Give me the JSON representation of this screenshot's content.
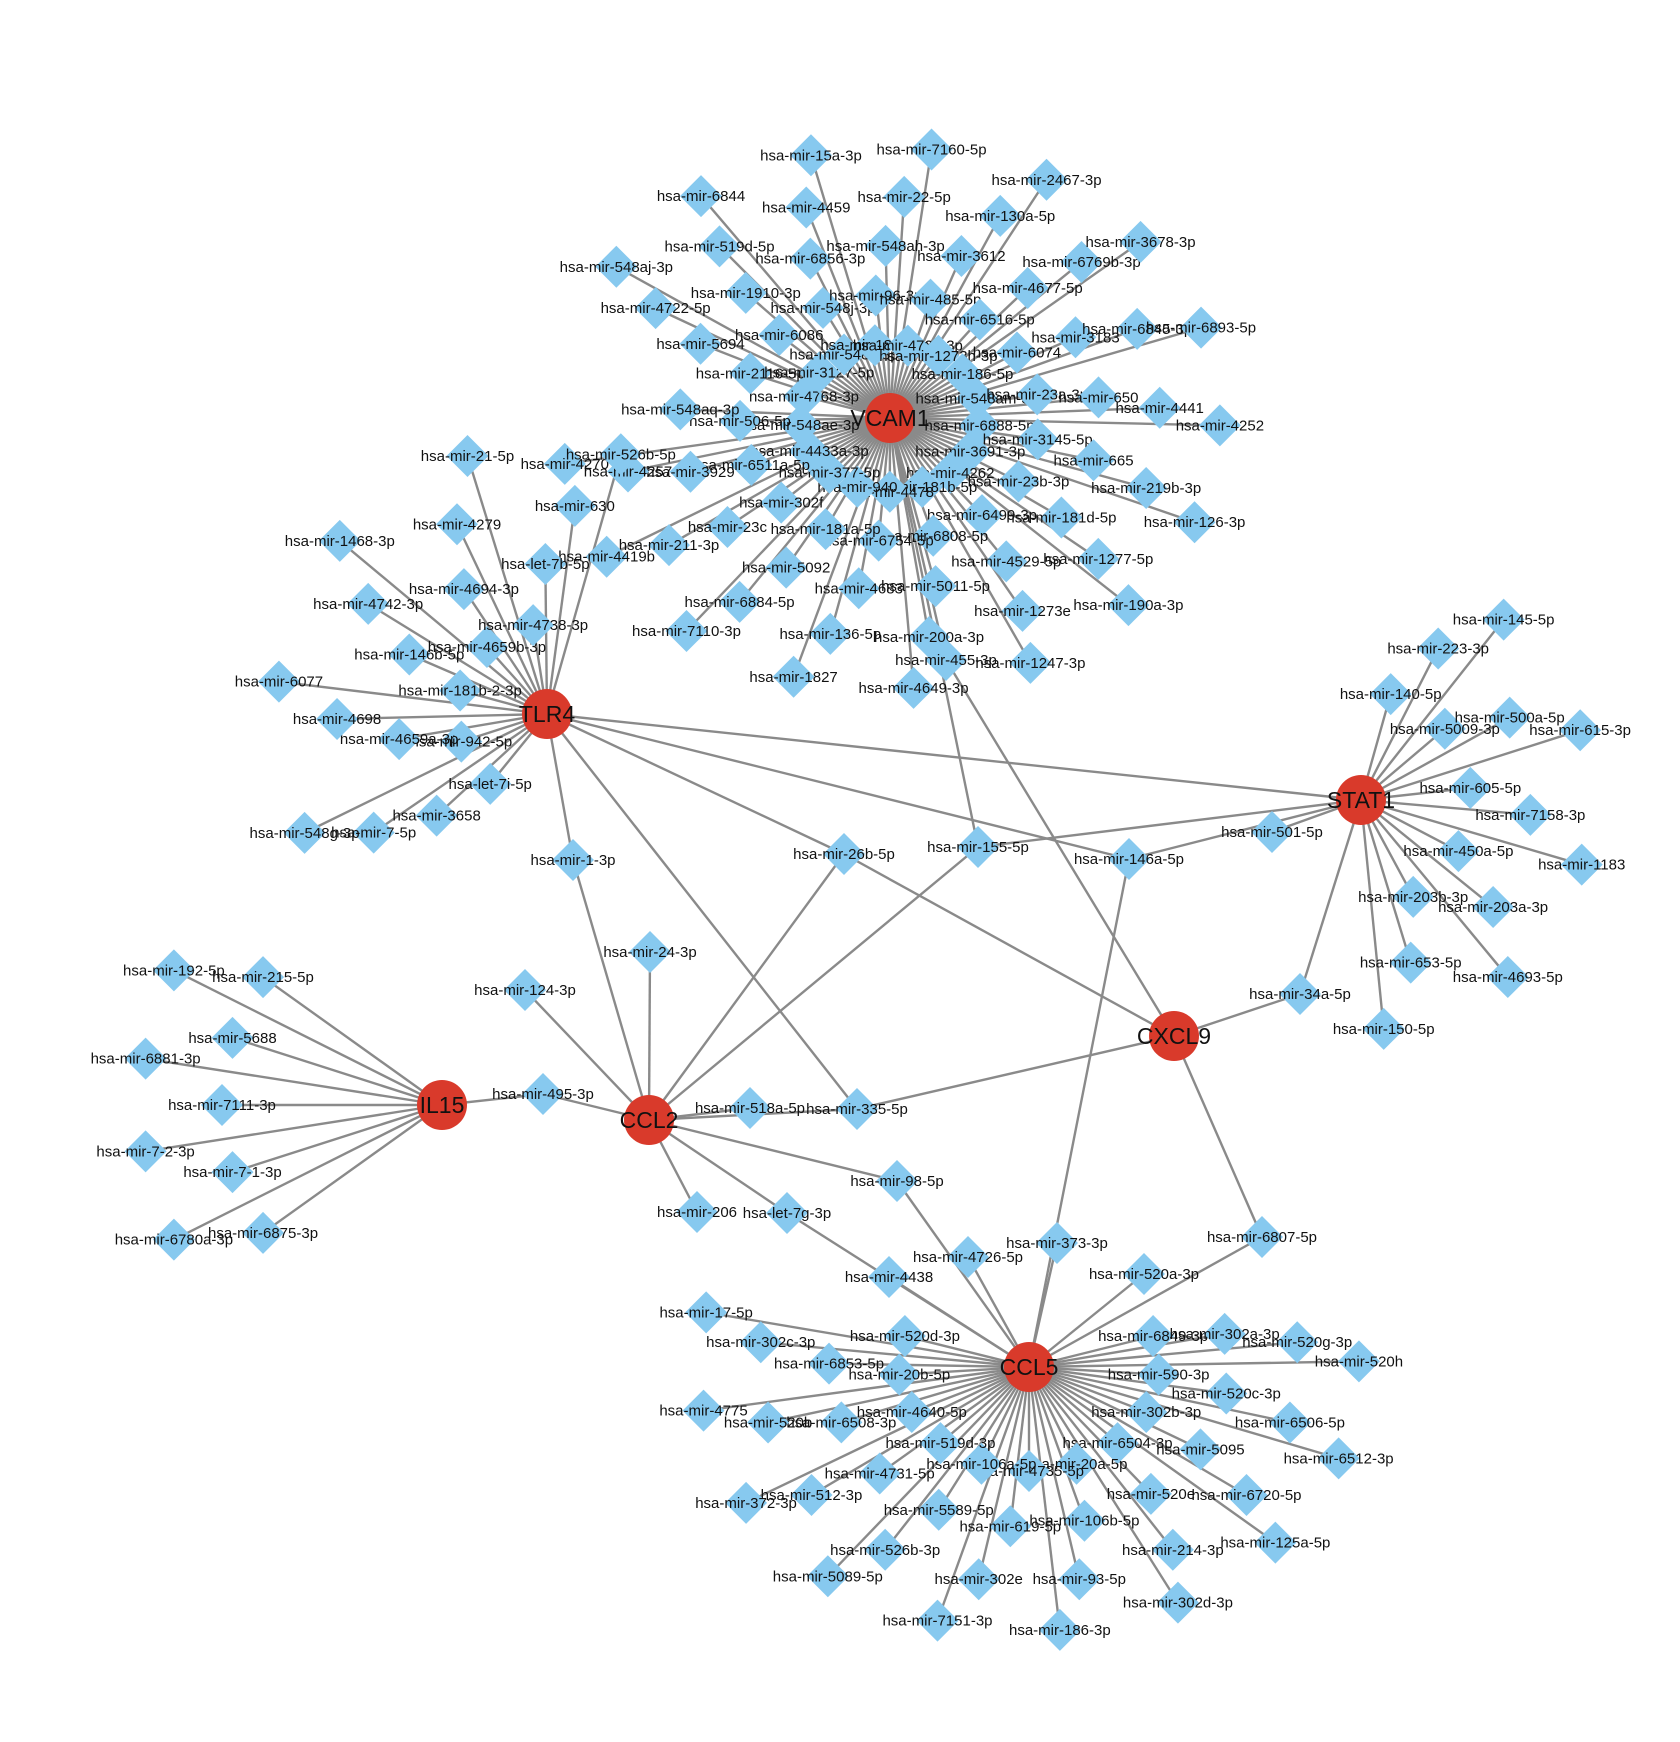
{
  "colors": {
    "hub": "#d93a2b",
    "mirna": "#87c9ef",
    "edge": "#8a8a8a"
  },
  "hubs": [
    {
      "id": "VCAM1",
      "label": "VCAM1"
    },
    {
      "id": "TLR4",
      "label": "TLR4"
    },
    {
      "id": "STAT1",
      "label": "STAT1"
    },
    {
      "id": "IL15",
      "label": "IL15"
    },
    {
      "id": "CCL2",
      "label": "CCL2"
    },
    {
      "id": "CXCL9",
      "label": "CXCL9"
    },
    {
      "id": "CCL5",
      "label": "CCL5"
    }
  ],
  "groups": {
    "VCAM1": [
      "hsa-mir-4768-3p",
      "hsa-mir-2116-5p",
      "hsa-mir-5694",
      "hsa-mir-4722-5p",
      "hsa-mir-548aj-3p",
      "hsa-mir-3127-5p",
      "hsa-mir-6086",
      "hsa-mir-1910-3p",
      "hsa-mir-519d-5p",
      "hsa-mir-6844",
      "hsa-mir-548x-3p",
      "hsa-mir-548j-3p",
      "hsa-mir-6856-3p",
      "hsa-mir-4459",
      "hsa-mir-15a-3p",
      "hsa-mir-181c-5p",
      "hsa-mir-96-3p",
      "hsa-mir-548ah-3p",
      "hsa-mir-22-5p",
      "hsa-mir-7160-5p",
      "hsa-mir-4723-3p",
      "hsa-mir-485-5p",
      "hsa-mir-3612",
      "hsa-mir-130a-5p",
      "hsa-mir-2467-3p",
      "hsa-mir-1273h-3p",
      "hsa-mir-6516-5p",
      "hsa-mir-4677-5p",
      "hsa-mir-6769b-3p",
      "hsa-mir-3678-3p",
      "hsa-mir-186-5p",
      "hsa-mir-6074",
      "hsa-mir-3183",
      "hsa-mir-6845-3p",
      "hsa-mir-6893-5p",
      "hsa-mir-548am-3p",
      "hsa-mir-23a-3p",
      "hsa-mir-650",
      "hsa-mir-4441",
      "hsa-mir-4252",
      "hsa-mir-6888-5p",
      "hsa-mir-3145-5p",
      "hsa-mir-665",
      "hsa-mir-219b-3p",
      "hsa-mir-126-3p",
      "hsa-mir-3691-3p",
      "hsa-mir-23b-3p",
      "hsa-mir-181d-5p",
      "hsa-mir-1277-5p",
      "hsa-mir-190a-3p",
      "hsa-mir-4262",
      "hsa-mir-6499-3p",
      "hsa-mir-4529-5p",
      "hsa-mir-1273e",
      "hsa-mir-1247-3p",
      "hsa-mir-181b-5p",
      "hsa-mir-6808-5p",
      "hsa-mir-5011-5p",
      "hsa-mir-200a-3p",
      "hsa-mir-4649-3p",
      "hsa-mir-4478",
      "hsa-mir-6754-5p",
      "hsa-mir-4683",
      "hsa-mir-136-5p",
      "hsa-mir-1827",
      "hsa-mir-940",
      "hsa-mir-181a-5p",
      "hsa-mir-5092",
      "hsa-mir-6884-5p",
      "hsa-mir-7110-3p",
      "hsa-mir-377-5p",
      "hsa-mir-302f",
      "hsa-mir-23c",
      "hsa-mir-211-3p",
      "hsa-mir-4419b",
      "hsa-mir-4433a-3p",
      "hsa-mir-6511a-5p",
      "hsa-mir-3929",
      "hsa-mir-4257",
      "hsa-mir-4270",
      "hsa-mir-548ae-3p",
      "hsa-mir-506-5p",
      "hsa-mir-548aq-3p"
    ],
    "TLR4": [
      "hsa-let-7i-5p",
      "hsa-mir-3658",
      "hsa-mir-7-5p",
      "hsa-mir-548g-3p",
      "hsa-mir-942-5p",
      "hsa-mir-4659a-3p",
      "hsa-mir-4698",
      "hsa-mir-6077",
      "hsa-mir-181b-2-3p",
      "hsa-mir-146b-5p",
      "hsa-mir-4742-3p",
      "hsa-mir-1468-3p",
      "hsa-mir-4659b-3p",
      "hsa-mir-4694-3p",
      "hsa-mir-4279",
      "hsa-mir-21-5p",
      "hsa-mir-4738-3p",
      "hsa-let-7b-5p",
      "hsa-mir-630",
      "hsa-mir-526b-5p"
    ],
    "STAT1": [
      "hsa-mir-140-5p",
      "hsa-mir-223-3p",
      "hsa-mir-145-5p",
      "hsa-mir-5009-3p",
      "hsa-mir-500a-5p",
      "hsa-mir-615-3p",
      "hsa-mir-605-5p",
      "hsa-mir-7158-3p",
      "hsa-mir-1183",
      "hsa-mir-450a-5p",
      "hsa-mir-203a-3p",
      "hsa-mir-4693-5p",
      "hsa-mir-203b-3p",
      "hsa-mir-653-5p",
      "hsa-mir-150-5p"
    ],
    "IL15": [
      "hsa-mir-6875-3p",
      "hsa-mir-6780a-3p",
      "hsa-mir-7-1-3p",
      "hsa-mir-7-2-3p",
      "hsa-mir-7111-3p",
      "hsa-mir-6881-3p",
      "hsa-mir-5688",
      "hsa-mir-192-5p",
      "hsa-mir-215-5p"
    ],
    "CCL2": [
      "hsa-mir-24-3p",
      "hsa-mir-124-3p",
      "hsa-mir-518a-5p",
      "hsa-mir-206"
    ],
    "CCL5": [
      "hsa-mir-6849-3p",
      "hsa-mir-302a-3p",
      "hsa-mir-520g-3p",
      "hsa-mir-520h",
      "hsa-mir-590-3p",
      "hsa-mir-520c-3p",
      "hsa-mir-6506-5p",
      "hsa-mir-6512-3p",
      "hsa-mir-302b-3p",
      "hsa-mir-5095",
      "hsa-mir-6720-5p",
      "hsa-mir-125a-5p",
      "hsa-mir-6504-3p",
      "hsa-mir-520e",
      "hsa-mir-214-3p",
      "hsa-mir-302d-3p",
      "hsa-mir-20a-5p",
      "hsa-mir-106b-5p",
      "hsa-mir-93-5p",
      "hsa-mir-186-3p",
      "hsa-mir-4735-5p",
      "hsa-mir-619-5p",
      "hsa-mir-302e",
      "hsa-mir-7151-3p",
      "hsa-mir-106a-5p",
      "hsa-mir-5589-5p",
      "hsa-mir-526b-3p",
      "hsa-mir-5089-5p",
      "hsa-mir-519d-3p",
      "hsa-mir-4731-5p",
      "hsa-mir-512-3p",
      "hsa-mir-372-3p",
      "hsa-mir-4640-5p",
      "hsa-mir-6508-3p",
      "hsa-mir-520b",
      "hsa-mir-4775",
      "hsa-mir-20b-5p",
      "hsa-mir-6853-5p",
      "hsa-mir-302c-3p",
      "hsa-mir-17-5p",
      "hsa-mir-520d-3p"
    ]
  },
  "shared": [
    {
      "label": "hsa-mir-1-3p",
      "targets": [
        "TLR4",
        "CCL2"
      ]
    },
    {
      "label": "hsa-mir-26b-5p",
      "targets": [
        "TLR4",
        "CCL2",
        "CXCL9"
      ]
    },
    {
      "label": "hsa-mir-155-5p",
      "targets": [
        "VCAM1",
        "CCL2",
        "STAT1"
      ]
    },
    {
      "label": "hsa-mir-146a-5p",
      "targets": [
        "TLR4",
        "STAT1",
        "CCL5"
      ]
    },
    {
      "label": "hsa-mir-455-3p",
      "targets": [
        "VCAM1",
        "CXCL9"
      ]
    },
    {
      "label": "hsa-mir-501-5p",
      "targets": [
        "STAT1"
      ]
    },
    {
      "label": "hsa-mir-34a-5p",
      "targets": [
        "STAT1",
        "CXCL9"
      ]
    },
    {
      "label": "hsa-mir-495-3p",
      "targets": [
        "IL15",
        "CCL2"
      ]
    },
    {
      "label": "hsa-mir-335-5p",
      "targets": [
        "CCL2",
        "CXCL9",
        "TLR4"
      ]
    },
    {
      "label": "hsa-mir-98-5p",
      "targets": [
        "CCL2",
        "CCL5"
      ]
    },
    {
      "label": "hsa-let-7g-3p",
      "targets": [
        "CCL2",
        "CCL5"
      ]
    },
    {
      "label": "hsa-mir-373-3p",
      "targets": [
        "CCL5"
      ]
    },
    {
      "label": "hsa-mir-4726-5p",
      "targets": [
        "CCL5"
      ]
    },
    {
      "label": "hsa-mir-4438",
      "targets": [
        "CCL5"
      ]
    },
    {
      "label": "hsa-mir-520a-3p",
      "targets": [
        "CCL5"
      ]
    },
    {
      "label": "hsa-mir-6807-5p",
      "targets": [
        "CCL5",
        "CXCL9"
      ]
    }
  ],
  "hub_links": [
    [
      "TLR4",
      "STAT1"
    ]
  ]
}
